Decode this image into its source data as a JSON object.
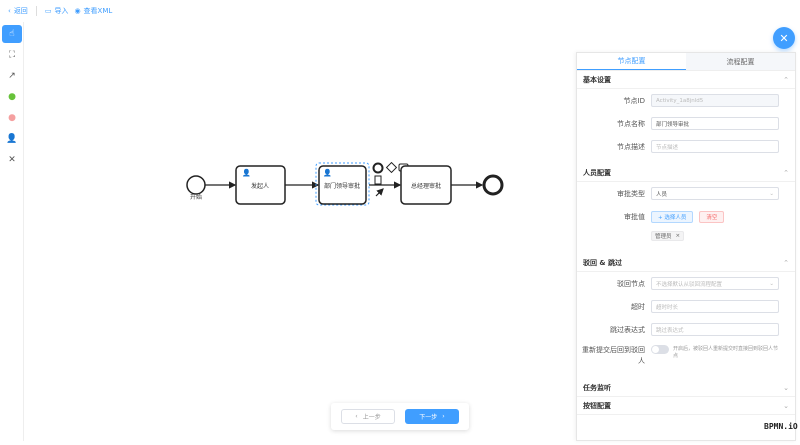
{
  "toolbar": {
    "back": "返回",
    "import": "导入",
    "view_xml": "查看XML"
  },
  "palette": [
    {
      "name": "hand-tool-icon",
      "glyph": "☝",
      "active": true
    },
    {
      "name": "lasso-tool-icon",
      "glyph": "⛶",
      "active": false
    },
    {
      "name": "connect-tool-icon",
      "glyph": "↗",
      "active": false
    },
    {
      "name": "start-event-icon",
      "glyph": "●",
      "active": false
    },
    {
      "name": "end-event-icon",
      "glyph": "●",
      "active": false
    },
    {
      "name": "user-task-icon",
      "glyph": "👤",
      "active": false
    },
    {
      "name": "exclusive-gateway-icon",
      "glyph": "✕",
      "active": false
    }
  ],
  "diagram": {
    "start_label": "开始",
    "tasks": [
      "发起人",
      "部门领导审批",
      "总经理审批"
    ]
  },
  "panel": {
    "tabs": [
      "节点配置",
      "流程配置"
    ],
    "basic": {
      "title": "基本设置",
      "id_label": "节点ID",
      "id_value": "Activity_1a8jnld5",
      "name_label": "节点名称",
      "name_value": "部门领导审批",
      "desc_label": "节点描述",
      "desc_placeholder": "节点描述"
    },
    "people": {
      "title": "人员配置",
      "type_label": "审批类型",
      "type_value": "人员",
      "value_label": "审批值",
      "select_btn": "+ 选择人员",
      "clear_btn": "清空",
      "tag": "管理员"
    },
    "reject": {
      "title": "驳回 & 跳过",
      "node_label": "驳回节点",
      "node_placeholder": "不选择默认从驳回流程配置",
      "timeout_label": "超时",
      "timeout_placeholder": "超时时长",
      "skip_label": "跳过表达式",
      "skip_placeholder": "跳过表达式",
      "resubmit_label": "重新提交后回到驳回人",
      "resubmit_desc": "开启后，被驳回人重新提交时直接回到驳回人节点"
    },
    "listen_title": "任务监听",
    "buttons_title": "按钮配置"
  },
  "steps": {
    "prev": "上一步",
    "next": "下一步"
  },
  "logo": "BPMN.iO",
  "colors": {
    "accent": "#409eff"
  }
}
